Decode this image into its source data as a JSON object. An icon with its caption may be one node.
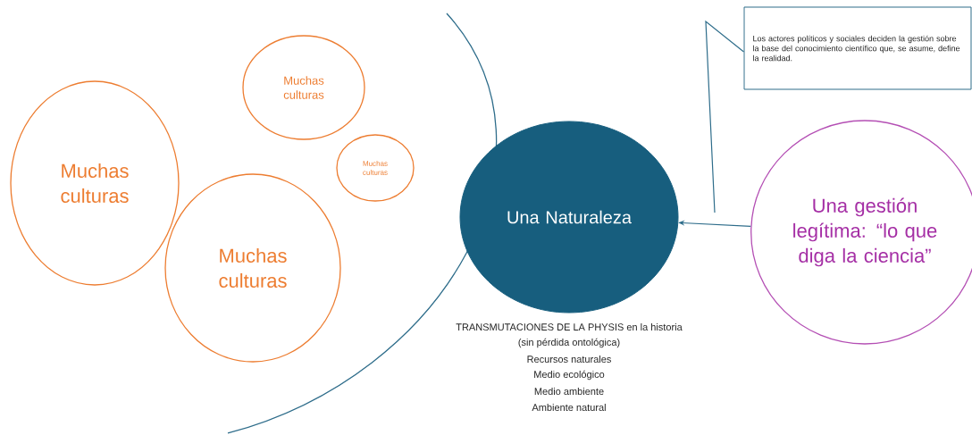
{
  "diagram": {
    "nodes": [
      {
        "text": [
          "Muchas culturas"
        ]
      },
      {
        "text": [
          "Muchas culturas"
        ]
      },
      {
        "text": [
          "Muchas culturas"
        ]
      },
      {
        "text": [
          "Muchas culturas"
        ]
      },
      {
        "text": [
          "Una Naturaleza"
        ]
      },
      {
        "text": [
          "Una gestión legítima: “lo que diga la ciencia”"
        ]
      },
      {
        "text": [
          "Los actores políticos y sociales deciden la gestión sobre la base del conocimiento científico que, se asume, define la realidad."
        ]
      }
    ],
    "edges": [
      {
        "from": 5,
        "to": 4,
        "arrow": "to"
      },
      {
        "from": 6,
        "to": null,
        "arrow": "none"
      }
    ],
    "labels": [
      "TRANSMUTACIONES DE LA PHYSIS en la historia",
      "(sin pérdida ontológica)",
      "Recursos naturales",
      "Medio ecológico",
      "Medio ambiente",
      "Ambiente natural"
    ]
  }
}
